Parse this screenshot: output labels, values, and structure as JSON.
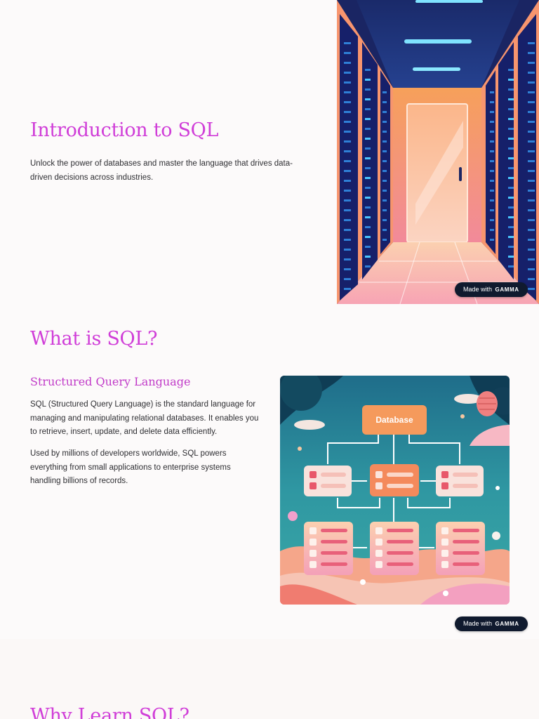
{
  "slides": [
    {
      "title": "Introduction to SQL",
      "body": "Unlock the power of databases and master the language that drives data-driven decisions across industries.",
      "badge": {
        "prefix": "Made with",
        "brand": "GAMMA"
      }
    },
    {
      "title": "What is SQL?",
      "subtitle": "Structured Query Language",
      "paragraphs": [
        "SQL (Structured Query Language) is the standard language for managing and manipulating relational databases. It enables you to retrieve, insert, update, and delete data efficiently.",
        "Used by millions of developers worldwide, SQL powers everything from small applications to enterprise systems handling billions of records."
      ],
      "image_label": "Database",
      "badge": {
        "prefix": "Made with",
        "brand": "GAMMA"
      }
    },
    {
      "title": "Why Learn SQL?"
    }
  ],
  "colors": {
    "title": "#d03ed8",
    "subtitle": "#c13ac8",
    "badge_bg": "#101a2e"
  },
  "icons": [
    "server-room-illustration",
    "database-diagram-illustration"
  ]
}
